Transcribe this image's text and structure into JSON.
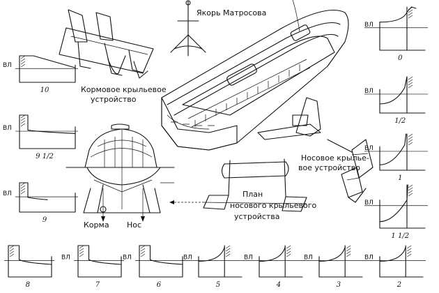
{
  "labels": {
    "anchor": "Якорь Матросова",
    "stern_foil": [
      "Кормовое крыльевое",
      "устройство"
    ],
    "bow_foil": [
      "Носовое крылье-",
      "вое устройство"
    ],
    "bow_plan": [
      "План",
      "носового крыльевого",
      "устройства"
    ],
    "stern": "Корма",
    "bow": "Нос"
  },
  "waterline_label": "ВЛ",
  "sections": [
    {
      "num": "0"
    },
    {
      "num": "1/2"
    },
    {
      "num": "1"
    },
    {
      "num": "1 1/2"
    },
    {
      "num": "10"
    },
    {
      "num": "9 1/2"
    },
    {
      "num": "9"
    },
    {
      "num": "8"
    },
    {
      "num": "7"
    },
    {
      "num": "6"
    },
    {
      "num": "5"
    },
    {
      "num": "4"
    },
    {
      "num": "3"
    },
    {
      "num": "2"
    }
  ]
}
